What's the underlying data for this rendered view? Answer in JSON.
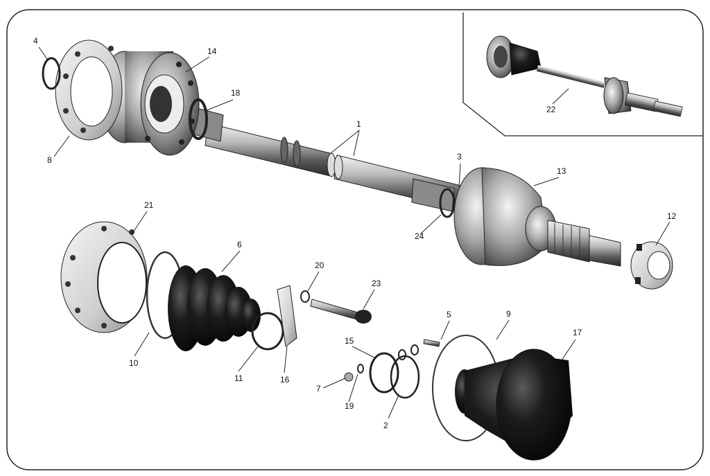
{
  "colors": {
    "paper": "#ffffff",
    "ink": "#111111",
    "metal_light": "#e2e2e2",
    "metal_mid": "#9a9a9a",
    "metal_dark": "#3a3a3a",
    "rubber": "#141414"
  },
  "inset": {
    "part_label": "22"
  },
  "parts": [
    {
      "id": "p1",
      "number": "1",
      "name": "shaft-halves"
    },
    {
      "id": "p2",
      "number": "2",
      "name": "circlip-large"
    },
    {
      "id": "p3",
      "number": "3",
      "name": "circlip-shaft"
    },
    {
      "id": "p4",
      "number": "4",
      "name": "circlip-flange"
    },
    {
      "id": "p5",
      "number": "5",
      "name": "small-screw"
    },
    {
      "id": "p6",
      "number": "6",
      "name": "rubber-boot"
    },
    {
      "id": "p7",
      "number": "7",
      "name": "nut-small"
    },
    {
      "id": "p8",
      "number": "8",
      "name": "flange-plate"
    },
    {
      "id": "p9",
      "number": "9",
      "name": "boot-clip-ring"
    },
    {
      "id": "p10",
      "number": "10",
      "name": "clamp-band"
    },
    {
      "id": "p11",
      "number": "11",
      "name": "small-clamp"
    },
    {
      "id": "p12",
      "number": "12",
      "name": "castellated-nut"
    },
    {
      "id": "p13",
      "number": "13",
      "name": "outer-cv-joint"
    },
    {
      "id": "p14",
      "number": "14",
      "name": "inner-cv-joint"
    },
    {
      "id": "p15",
      "number": "15",
      "name": "snap-ring"
    },
    {
      "id": "p16",
      "number": "16",
      "name": "bracket-plate"
    },
    {
      "id": "p17",
      "number": "17",
      "name": "outer-boot"
    },
    {
      "id": "p18",
      "number": "18",
      "name": "shaft-circlip"
    },
    {
      "id": "p19",
      "number": "19",
      "name": "washer-small"
    },
    {
      "id": "p20",
      "number": "20",
      "name": "o-ring"
    },
    {
      "id": "p21",
      "number": "21",
      "name": "boot-flange"
    },
    {
      "id": "p22",
      "number": "22",
      "name": "assembled-shaft"
    },
    {
      "id": "p23",
      "number": "23",
      "name": "socket-bolt"
    },
    {
      "id": "p24",
      "number": "24",
      "name": "spacer-ring"
    }
  ]
}
